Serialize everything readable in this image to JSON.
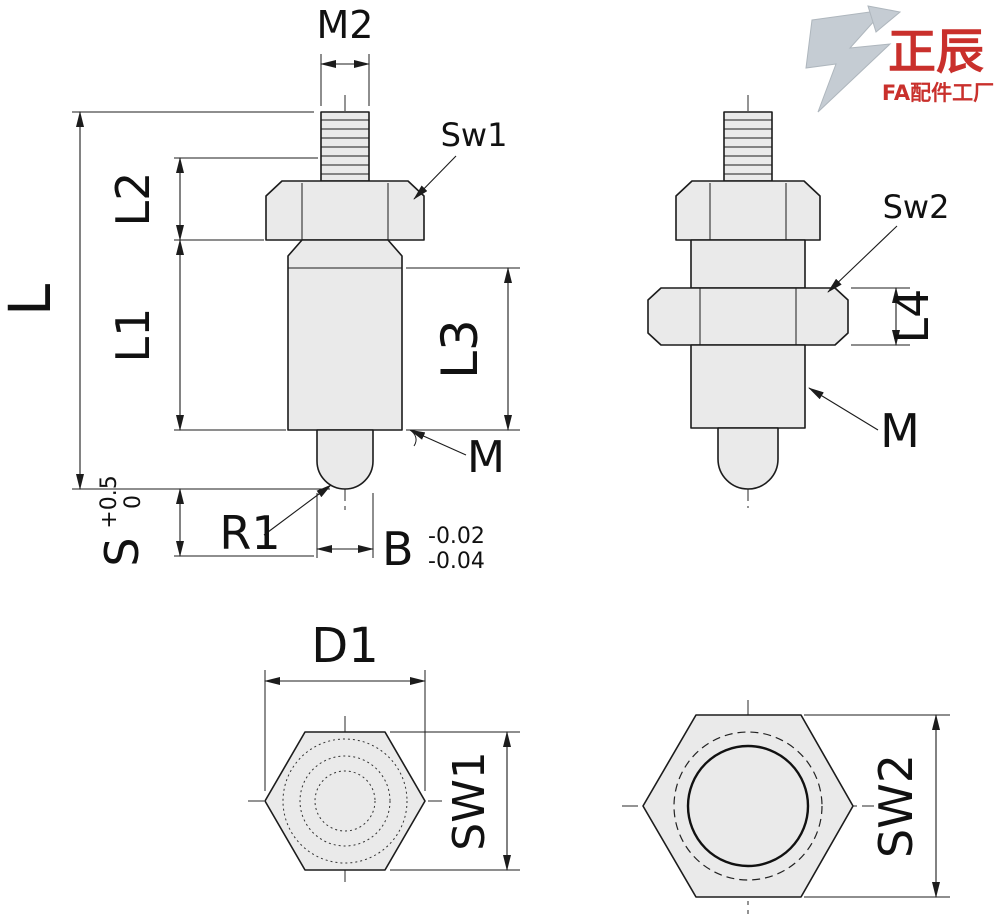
{
  "logo": {
    "brand": "正辰",
    "subtitle": "FA配件工厂"
  },
  "views": {
    "front": {
      "labels": {
        "m2": "M2",
        "sw1": "Sw1",
        "l": "L",
        "l2": "L2",
        "l1": "L1",
        "l3": "L3",
        "m": "M",
        "r1": "R1",
        "s": "S",
        "s_tol_upper": "+0.5",
        "s_tol_lower": "0",
        "b": "B",
        "b_tol_upper": "-0.02",
        "b_tol_lower": "-0.04"
      }
    },
    "side": {
      "labels": {
        "sw2": "Sw2",
        "l4": "L4",
        "m": "M"
      }
    },
    "bottom_small": {
      "labels": {
        "d1": "D1",
        "sw1": "SW1"
      }
    },
    "bottom_large": {
      "labels": {
        "sw2": "SW2"
      }
    }
  },
  "colors": {
    "line": "#1c1c1c",
    "part_fill": "#eaeaea",
    "accent_red": "#c9302c",
    "logo_gray": "#c5ccd3",
    "background": "#ffffff"
  }
}
